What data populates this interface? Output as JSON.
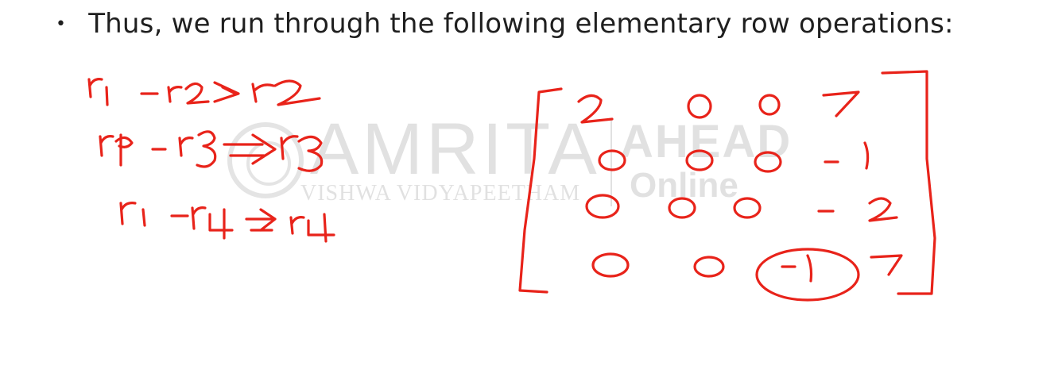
{
  "slide": {
    "bullet_marker": "•",
    "bullet_text": "Thus, we run through the following elementary row operations:"
  },
  "watermark": {
    "logo_text": "AMRITA",
    "logo_subtext": "VISHWA VIDYAPEETHAM",
    "brand_primary": "AHEAD",
    "brand_secondary": "Online",
    "color": "#7a7a7a"
  },
  "annotations": {
    "ink_color": "#e8231a",
    "row_operations": [
      "r1 - r2 → r2",
      "r1 - r3 → r3",
      "r1 - r4 → r4"
    ],
    "matrix": [
      [
        "2",
        "0",
        "0",
        "7"
      ],
      [
        "0",
        "0",
        "0",
        "-1"
      ],
      [
        "0",
        "0",
        "0",
        "-2"
      ],
      [
        "0",
        "0",
        "-1",
        "7"
      ]
    ],
    "circled_entry": "-1"
  }
}
